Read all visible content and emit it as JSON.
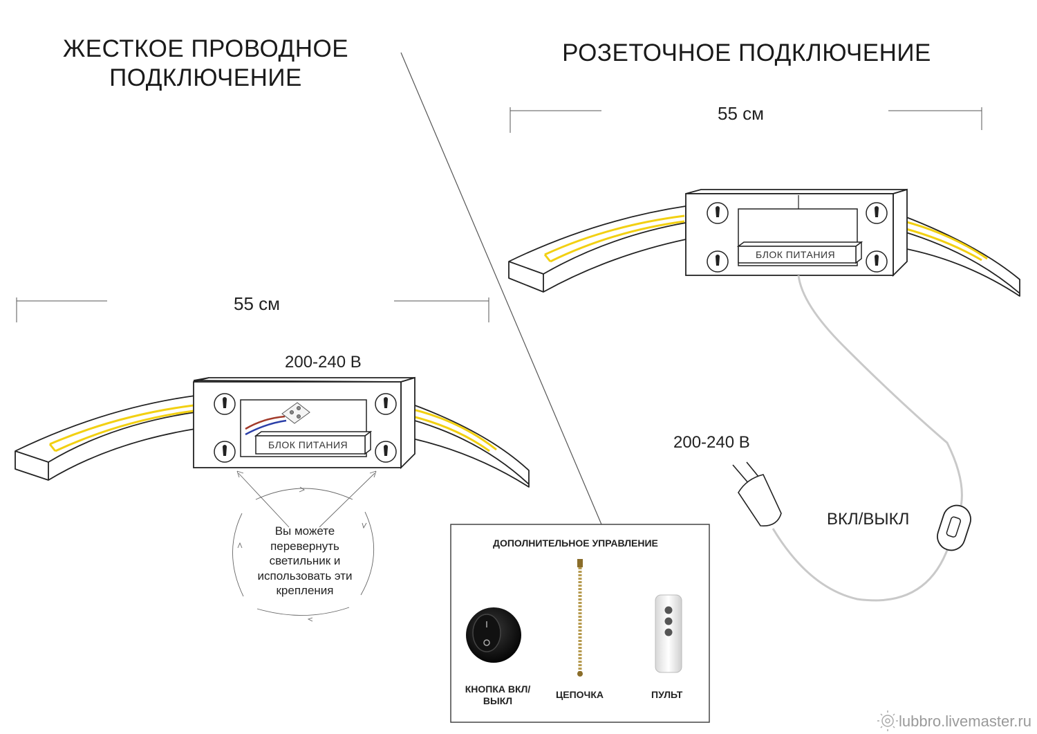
{
  "titles": {
    "hardwired_line1": "ЖЕСТКОЕ ПРОВОДНОЕ",
    "hardwired_line2": "ПОДКЛЮЧЕНИЕ",
    "socket": "РОЗЕТОЧНОЕ ПОДКЛЮЧЕНИЕ"
  },
  "dimensions": {
    "left": "55 см",
    "right": "55 см"
  },
  "voltage": {
    "left": "200-240 В",
    "right": "200-240 В"
  },
  "psu_label": {
    "left": "БЛОК ПИТАНИЯ",
    "right": "БЛОК ПИТАНИЯ"
  },
  "note": "Вы можете перевернуть светильник и использовать эти крепления",
  "switch_label": "ВКЛ/ВЫКЛ",
  "panel": {
    "title": "ДОПОЛНИТЕЛЬНОЕ УПРАВЛЕНИЕ",
    "items": [
      "КНОПКА ВКЛ/ВЫКЛ",
      "ЦЕПОЧКА",
      "ПУЛЬТ"
    ]
  },
  "watermark": "lubbro.livemaster.ru",
  "colors": {
    "led_strip": "#f2d012",
    "wire_red": "#a23a2a",
    "wire_blue": "#2b3fa8",
    "cord": "#c9c9c9"
  }
}
